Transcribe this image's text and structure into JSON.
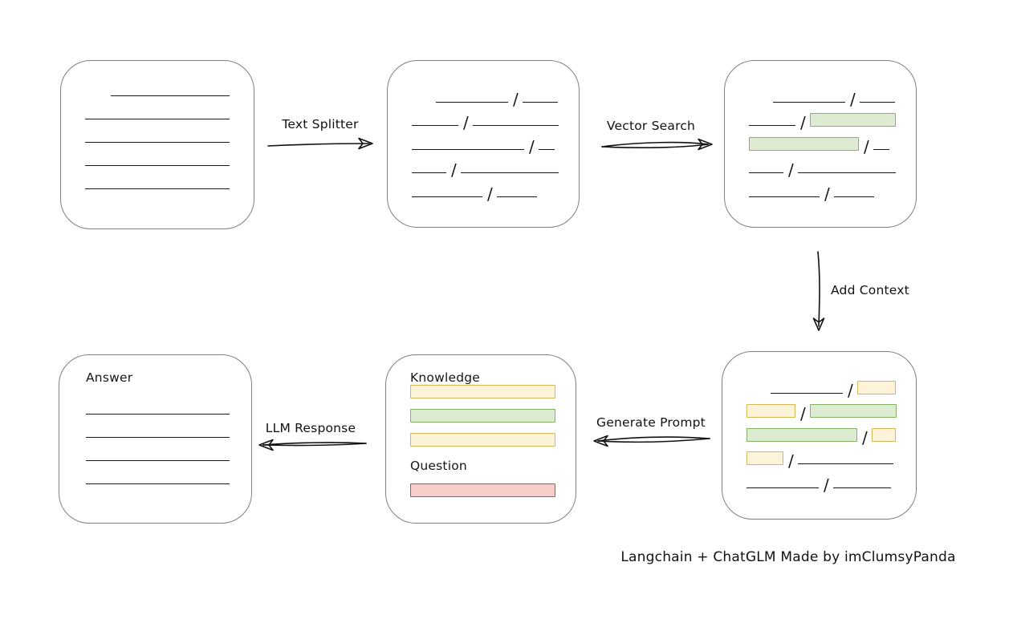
{
  "colors": {
    "green_fill": "#ddebd2",
    "green_border": "#82b366",
    "yellow_fill": "#fdf3d8",
    "yellow_border": "#d6b656",
    "red_fill": "#f5cdc9",
    "red_border": "#b85450",
    "box_border": "#7f7f7f",
    "ink": "#161616"
  },
  "arrows": {
    "text_splitter": {
      "label": "Text Splitter"
    },
    "vector_search": {
      "label": "Vector Search"
    },
    "add_context": {
      "label": "Add Context"
    },
    "generate_prompt": {
      "label": "Generate Prompt"
    },
    "llm_response": {
      "label": "LLM Response"
    }
  },
  "caption": "Langchain + ChatGLM Made by imClumsyPanda",
  "boxes": {
    "document": {
      "lines": [
        {
          "w": 148,
          "ml": 62,
          "mt": 43
        },
        {
          "w": 180,
          "ml": 30,
          "mt": 28
        },
        {
          "w": 180,
          "ml": 30,
          "mt": 28
        },
        {
          "w": 180,
          "ml": 30,
          "mt": 28
        },
        {
          "w": 180,
          "ml": 30,
          "mt": 28
        }
      ]
    },
    "split_text": {
      "rows": [
        [
          {
            "t": "line",
            "w": 90,
            "indent": 30
          },
          {
            "t": "slash"
          },
          {
            "t": "line",
            "w": 44
          }
        ],
        [
          {
            "t": "line",
            "w": 58
          },
          {
            "t": "slash"
          },
          {
            "t": "line",
            "w": 107
          }
        ],
        [
          {
            "t": "line",
            "w": 140
          },
          {
            "t": "slash"
          },
          {
            "t": "line",
            "w": 20
          }
        ],
        [
          {
            "t": "line",
            "w": 43
          },
          {
            "t": "slash"
          },
          {
            "t": "line",
            "w": 122
          }
        ],
        [
          {
            "t": "line",
            "w": 88
          },
          {
            "t": "slash"
          },
          {
            "t": "line",
            "w": 50
          }
        ]
      ]
    },
    "vector_matched": {
      "rows": [
        [
          {
            "t": "line",
            "w": 90,
            "indent": 30
          },
          {
            "t": "slash"
          },
          {
            "t": "line",
            "w": 44
          }
        ],
        [
          {
            "t": "line",
            "w": 58
          },
          {
            "t": "slash"
          },
          {
            "t": "green",
            "w": 107
          }
        ],
        [
          {
            "t": "green",
            "w": 137
          },
          {
            "t": "slash"
          },
          {
            "t": "line",
            "w": 20
          }
        ],
        [
          {
            "t": "line",
            "w": 43
          },
          {
            "t": "slash"
          },
          {
            "t": "line",
            "w": 122
          }
        ],
        [
          {
            "t": "line",
            "w": 88
          },
          {
            "t": "slash"
          },
          {
            "t": "line",
            "w": 50
          }
        ]
      ]
    },
    "context_added": {
      "rows": [
        [
          {
            "t": "line",
            "w": 90,
            "indent": 30
          },
          {
            "t": "slash"
          },
          {
            "t": "yellow",
            "w": 48
          }
        ],
        [
          {
            "t": "yellow",
            "w": 61
          },
          {
            "t": "slash"
          },
          {
            "t": "green",
            "w": 108
          }
        ],
        [
          {
            "t": "green",
            "w": 138
          },
          {
            "t": "slash"
          },
          {
            "t": "yellow",
            "w": 30
          }
        ],
        [
          {
            "t": "yellow",
            "w": 46
          },
          {
            "t": "slash"
          },
          {
            "t": "line",
            "w": 119
          }
        ],
        [
          {
            "t": "line",
            "w": 90
          },
          {
            "t": "slash"
          },
          {
            "t": "line",
            "w": 72
          }
        ]
      ]
    },
    "prompt": {
      "knowledge_label": "Knowledge",
      "knowledge_bars": [
        {
          "color": "yellow"
        },
        {
          "color": "green"
        },
        {
          "color": "yellow"
        }
      ],
      "question_label": "Question",
      "question_bar": {
        "color": "red"
      }
    },
    "answer": {
      "label": "Answer",
      "lines": [
        {
          "w": 179,
          "ml": 0,
          "mt": 0
        },
        {
          "w": 179,
          "ml": 0,
          "mt": 0
        },
        {
          "w": 179,
          "ml": 0,
          "mt": 0
        },
        {
          "w": 179,
          "ml": 0,
          "mt": 0
        }
      ]
    }
  }
}
